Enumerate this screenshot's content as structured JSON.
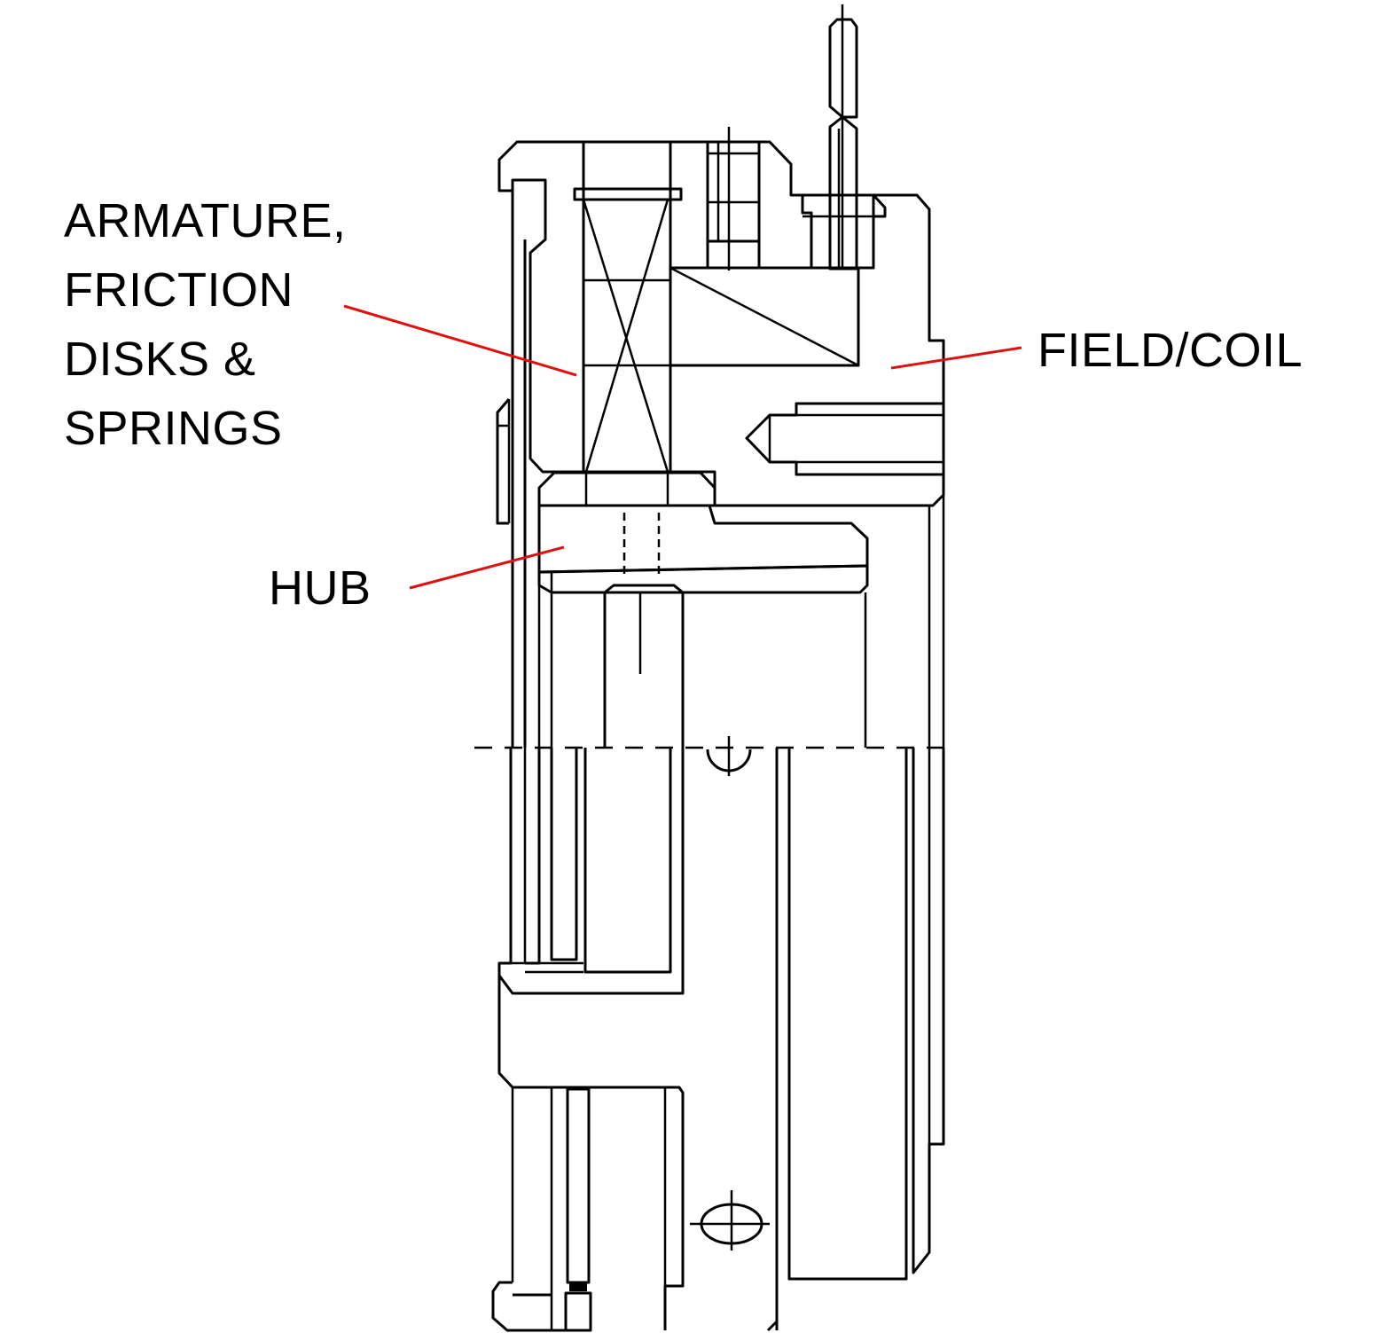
{
  "labels": {
    "armature": [
      "ARMATURE,",
      "FRICTION",
      "DISKS &",
      "SPRINGS"
    ],
    "field_coil": "FIELD/COIL",
    "hub": "HUB"
  },
  "colors": {
    "armature_fill": "#fcf0c8",
    "field_fill": "#d3e2d3",
    "hub_fill": "#c1bad9",
    "housing_fill": "#c8c8c8",
    "leader": "#e01010",
    "outline": "#000000"
  }
}
